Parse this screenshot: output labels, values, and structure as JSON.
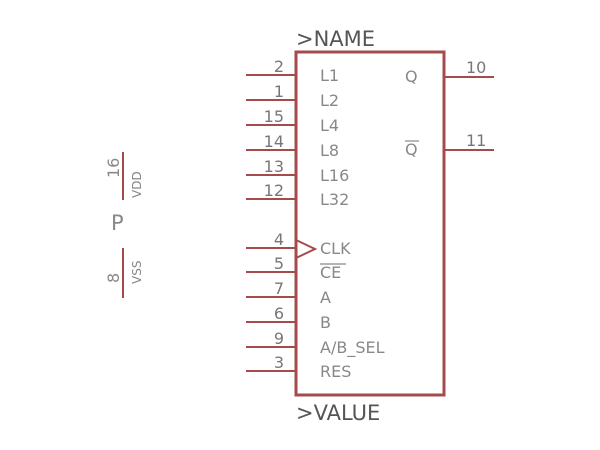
{
  "symbol": {
    "name_attr": ">NAME",
    "value_attr": ">VALUE",
    "body_color": "#a54b4b",
    "text_color": "#888888",
    "name_text_color": "#555555"
  },
  "left_pins": [
    {
      "num": "2",
      "label": "L1",
      "bar": false,
      "clock": false
    },
    {
      "num": "1",
      "label": "L2",
      "bar": false,
      "clock": false
    },
    {
      "num": "15",
      "label": "L4",
      "bar": false,
      "clock": false
    },
    {
      "num": "14",
      "label": "L8",
      "bar": false,
      "clock": false
    },
    {
      "num": "13",
      "label": "L16",
      "bar": false,
      "clock": false
    },
    {
      "num": "12",
      "label": "L32",
      "bar": false,
      "clock": false
    },
    {
      "num": "4",
      "label": "CLK",
      "bar": false,
      "clock": true
    },
    {
      "num": "5",
      "label": "CE",
      "bar": true,
      "clock": false
    },
    {
      "num": "7",
      "label": "A",
      "bar": false,
      "clock": false
    },
    {
      "num": "6",
      "label": "B",
      "bar": false,
      "clock": false
    },
    {
      "num": "9",
      "label": "A/B_SEL",
      "bar": false,
      "clock": false
    },
    {
      "num": "3",
      "label": "RES",
      "bar": false,
      "clock": false
    }
  ],
  "right_pins": [
    {
      "num": "10",
      "label": "Q",
      "bar": false
    },
    {
      "num": "11",
      "label": "Q",
      "bar": true
    }
  ],
  "power": {
    "part_label": "P",
    "vdd": {
      "num": "16",
      "label": "VDD"
    },
    "vss": {
      "num": "8",
      "label": "VSS"
    }
  }
}
